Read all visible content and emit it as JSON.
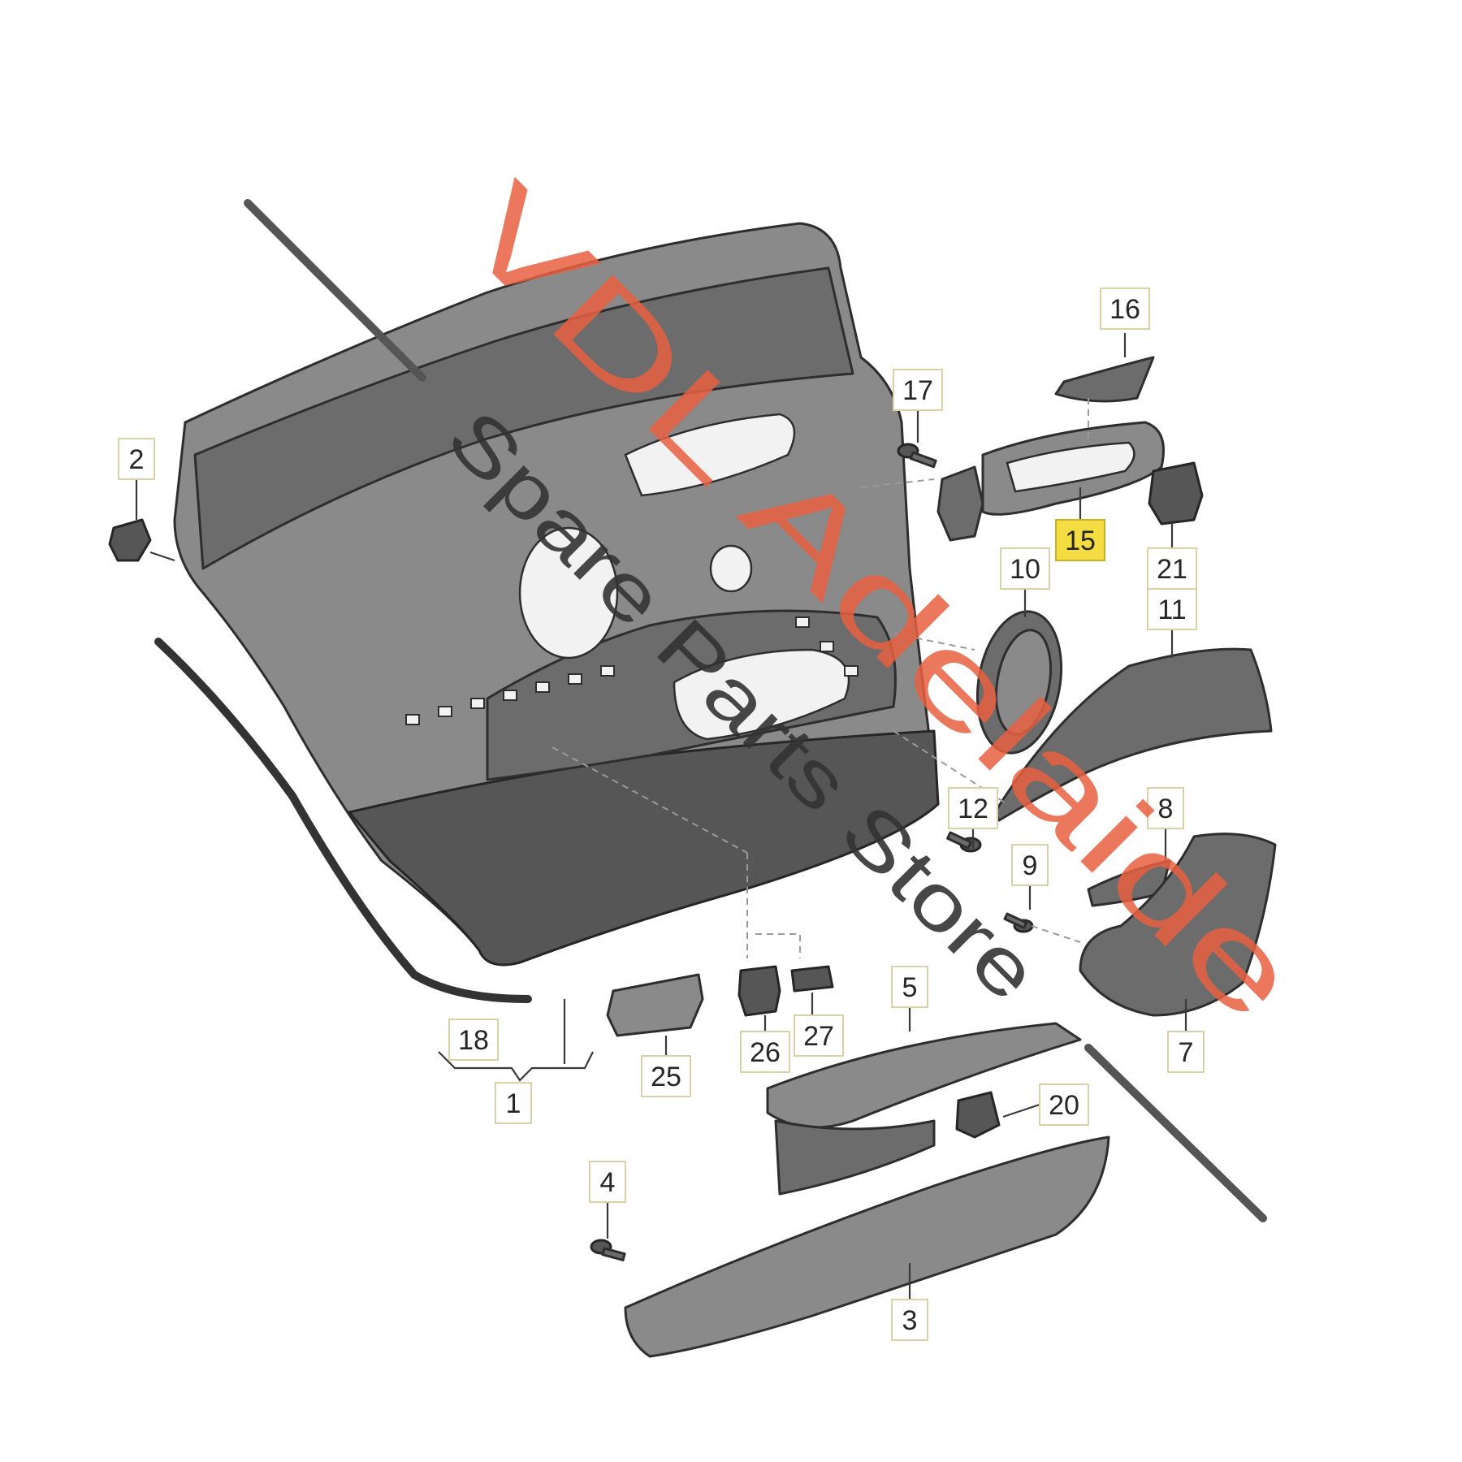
{
  "diagram": {
    "callouts": [
      {
        "id": "1",
        "label": "1",
        "highlighted": false
      },
      {
        "id": "2",
        "label": "2",
        "highlighted": false
      },
      {
        "id": "3",
        "label": "3",
        "highlighted": false
      },
      {
        "id": "4",
        "label": "4",
        "highlighted": false
      },
      {
        "id": "5",
        "label": "5",
        "highlighted": false
      },
      {
        "id": "7",
        "label": "7",
        "highlighted": false
      },
      {
        "id": "8",
        "label": "8",
        "highlighted": false
      },
      {
        "id": "9",
        "label": "9",
        "highlighted": false
      },
      {
        "id": "10",
        "label": "10",
        "highlighted": false
      },
      {
        "id": "11",
        "label": "11",
        "highlighted": false
      },
      {
        "id": "12",
        "label": "12",
        "highlighted": false
      },
      {
        "id": "15",
        "label": "15",
        "highlighted": true
      },
      {
        "id": "16",
        "label": "16",
        "highlighted": false
      },
      {
        "id": "17",
        "label": "17",
        "highlighted": false
      },
      {
        "id": "18",
        "label": "18",
        "highlighted": false
      },
      {
        "id": "20",
        "label": "20",
        "highlighted": false
      },
      {
        "id": "21",
        "label": "21",
        "highlighted": false
      },
      {
        "id": "25",
        "label": "25",
        "highlighted": false
      },
      {
        "id": "26",
        "label": "26",
        "highlighted": false
      },
      {
        "id": "27",
        "label": "27",
        "highlighted": false
      }
    ],
    "highlight_color": "#f3dd42"
  },
  "watermark": {
    "line1": "VDL Adelaide",
    "line2": "Spare Parts Store",
    "line1_color": "#e8603f",
    "line2_color": "#333333"
  }
}
